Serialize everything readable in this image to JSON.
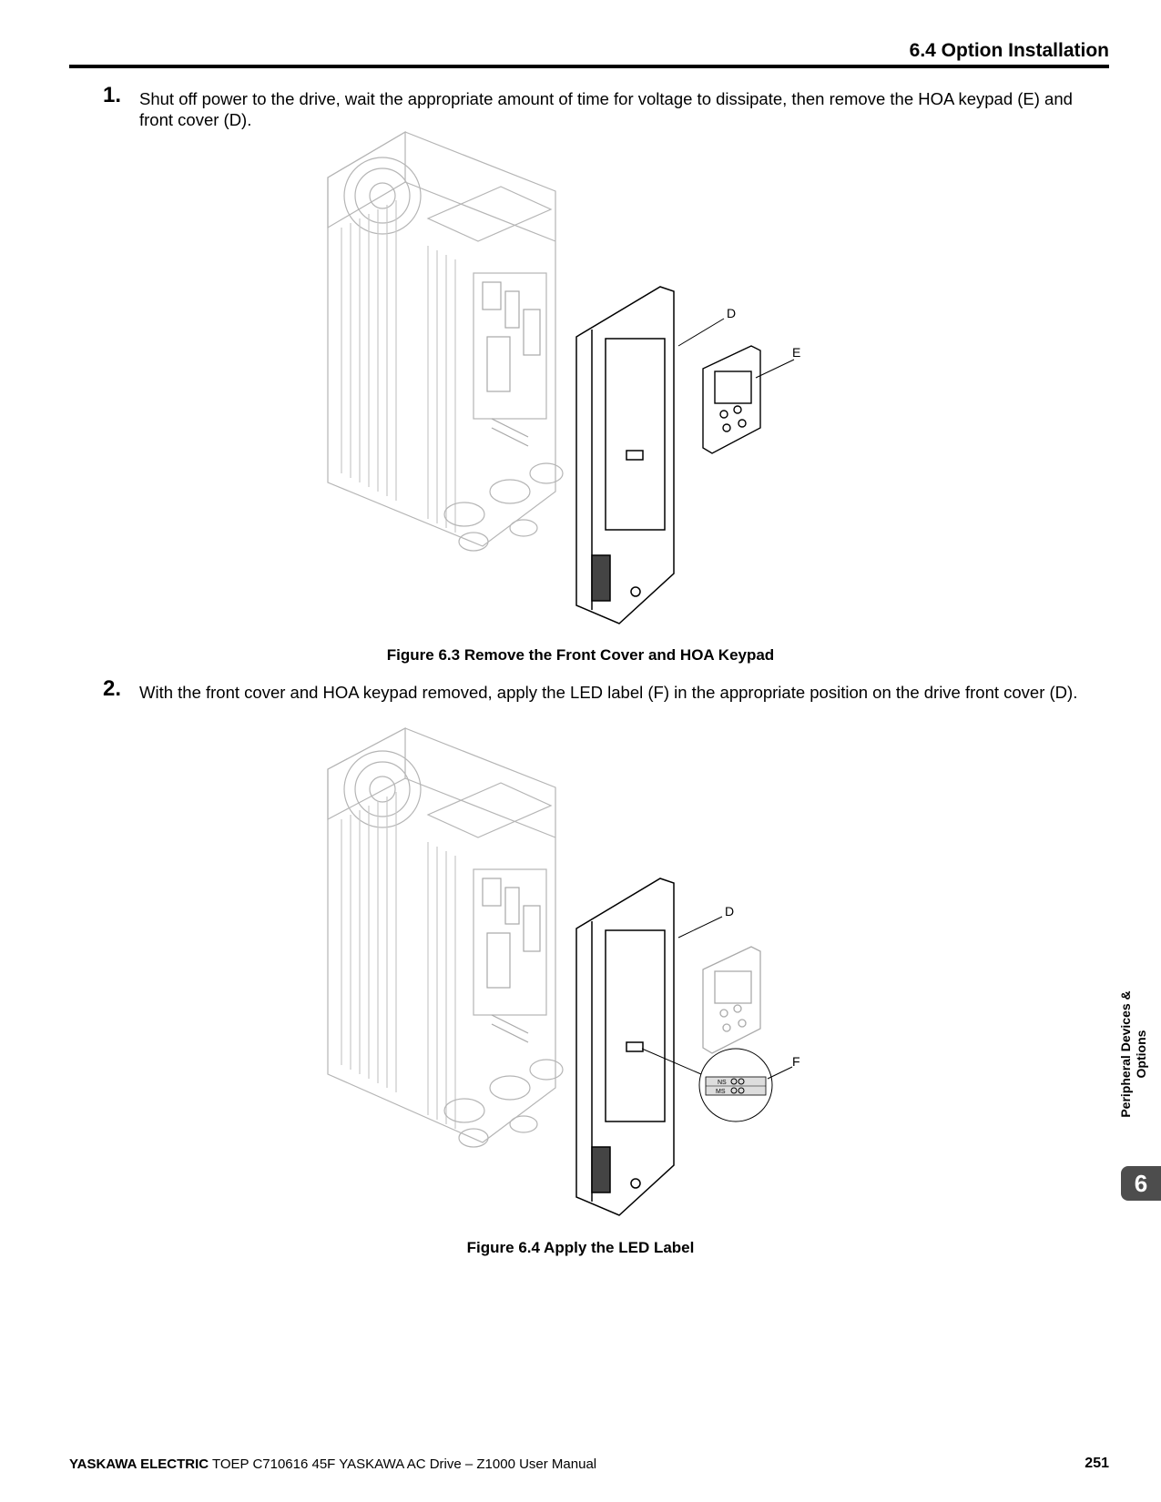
{
  "header": {
    "section_title": "6.4 Option Installation"
  },
  "steps": [
    {
      "number": "1.",
      "text": "Shut off power to the drive, wait the appropriate amount of time for voltage to dissipate, then remove the HOA keypad (E) and front cover (D)."
    },
    {
      "number": "2.",
      "text": "With the front cover and HOA keypad removed, apply the LED label (F) in the appropriate position on the drive front cover (D)."
    }
  ],
  "figures": [
    {
      "caption": "Figure 6.3  Remove the Front Cover and HOA Keypad",
      "callouts": {
        "d": "D",
        "e": "E"
      }
    },
    {
      "caption": "Figure 6.4  Apply the LED Label",
      "callouts": {
        "d": "D",
        "f": "F"
      },
      "led_label": {
        "ns": "NS",
        "ms": "MS"
      }
    }
  ],
  "side_tab": {
    "title": "Peripheral Devices & Options",
    "line1": "Peripheral Devices &",
    "line2": "Options",
    "number": "6"
  },
  "footer": {
    "brand": "YASKAWA ELECTRIC",
    "doc": " TOEP C710616 45F YASKAWA AC Drive – Z1000 User Manual",
    "page": "251"
  }
}
